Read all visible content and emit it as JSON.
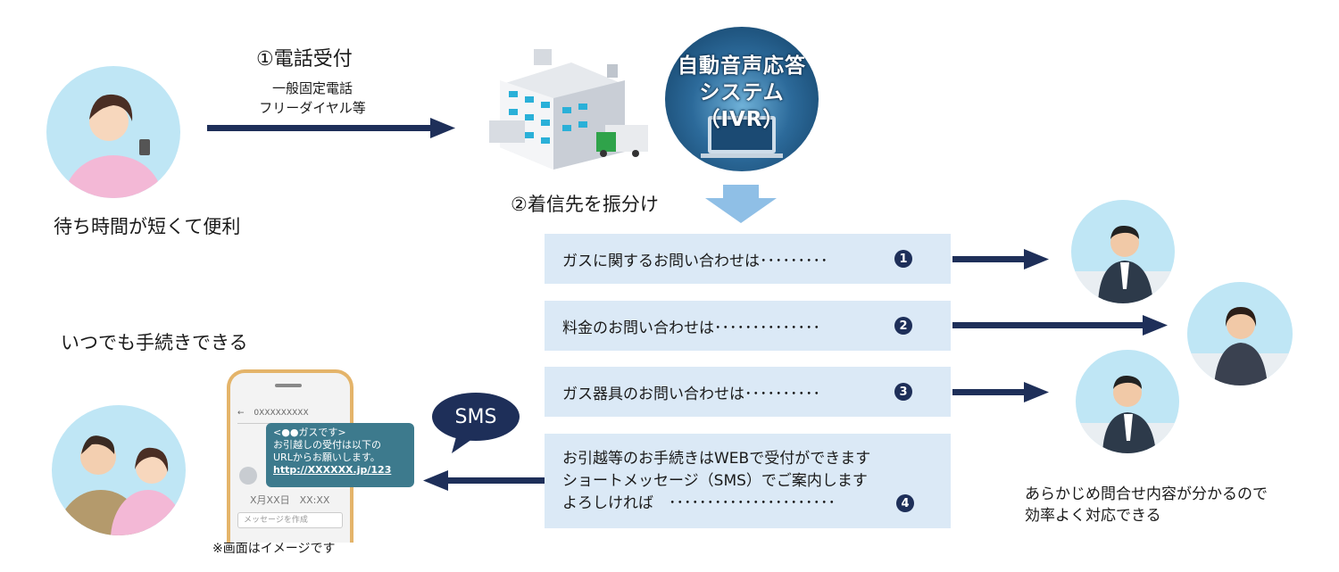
{
  "step1": {
    "title": "①電話受付",
    "sub_line1": "一般固定電話",
    "sub_line2": "フリーダイヤル等"
  },
  "step2": {
    "title": "②着信先を振分け"
  },
  "ivr": {
    "line1": "自動音声応答",
    "line2": "システム",
    "line3": "（IVR）"
  },
  "caption_wait": "待ち時間が短くて便利",
  "caption_anytime": "いつでも手続きできる",
  "note": "※画面はイメージです",
  "caption_efficiency": {
    "line1": "あらかじめ問合せ内容が分かるので",
    "line2": "効率よく対応できる"
  },
  "options": [
    {
      "label": "ガスに関するお問い合わせは･････････",
      "number": "1"
    },
    {
      "label": "料金のお問い合わせは･･････････････",
      "number": "2"
    },
    {
      "label": "ガス器具のお問い合わせは･･････････",
      "number": "3"
    }
  ],
  "option4": {
    "line1": "お引越等のお手続きはWEBで受付ができます",
    "line2": "ショートメッセージ（SMS）でご案内します",
    "line3": "よろしければ　･･････････････････････",
    "number": "4"
  },
  "sms_label": "SMS",
  "phone": {
    "sender": "0XXXXXXXXX",
    "message_line1": "<●●ガスです>",
    "message_line2": "お引越しの受付は以下の",
    "message_line3": "URLからお願いします。",
    "link": "http://XXXXXX.jp/123",
    "date": "X月XX日　XX:XX",
    "input_placeholder": "メッセージを作成"
  },
  "colors": {
    "arrow": "#1e2f59",
    "box": "#dbe9f6",
    "circle_bg": "#bfe6f5",
    "down_arrow": "#8fbfe6"
  }
}
